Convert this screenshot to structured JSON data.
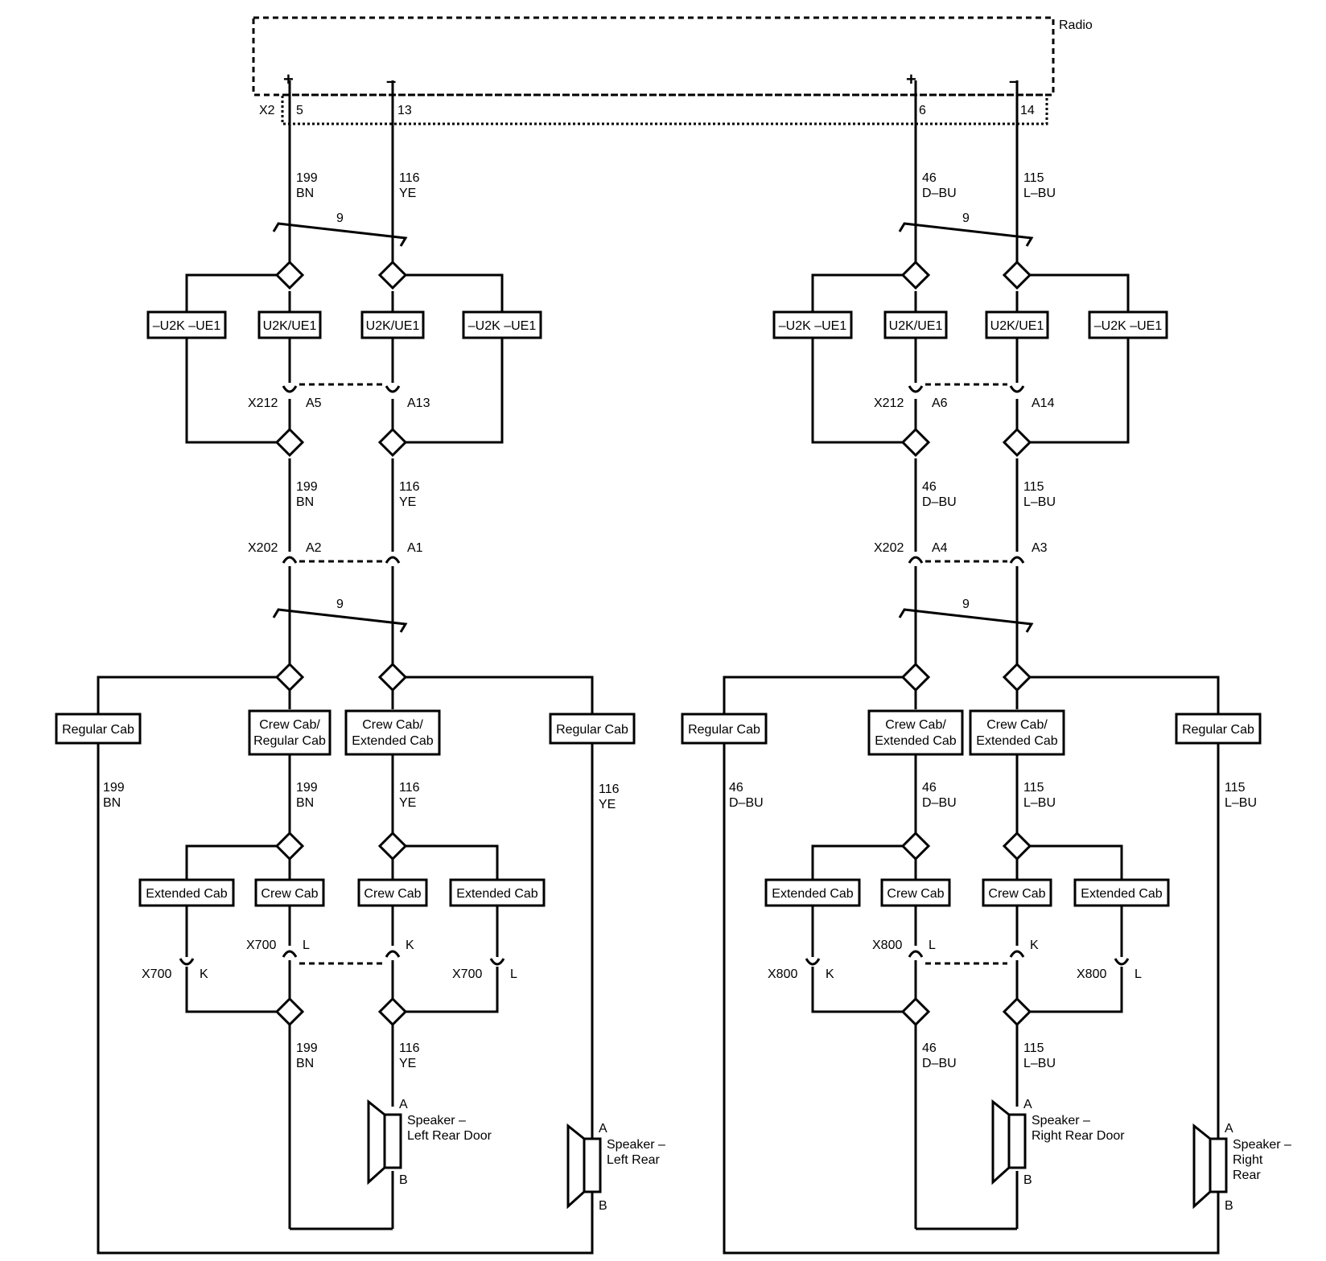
{
  "radio": {
    "label": "Radio",
    "connector": "X2",
    "plus": "+",
    "minus": "–",
    "pins": [
      "5",
      "13",
      "6",
      "14"
    ]
  },
  "twist_count": "9",
  "option_labels": {
    "without": "–U2K –UE1",
    "with": "U2K/UE1",
    "regular": "Regular Cab",
    "crew_regular": [
      "Crew Cab/",
      "Regular Cab"
    ],
    "crew_extended": [
      "Crew Cab/",
      "Extended Cab"
    ],
    "extended": "Extended Cab",
    "crew": "Crew Cab"
  },
  "circuits": {
    "lr_pos": [
      "199",
      "BN"
    ],
    "lr_neg": [
      "116",
      "YE"
    ],
    "rr_pos": [
      "46",
      "D–BU"
    ],
    "rr_neg": [
      "115",
      "L–BU"
    ]
  },
  "connectors": {
    "x212": "X212",
    "x202": "X202",
    "x700": "X700",
    "x800": "X800",
    "left_x212_pins": [
      "A5",
      "A13"
    ],
    "right_x212_pins": [
      "A6",
      "A14"
    ],
    "left_x202_pins": [
      "A2",
      "A1"
    ],
    "right_x202_pins": [
      "A4",
      "A3"
    ],
    "door_pins": [
      "K",
      "L"
    ]
  },
  "speakers": {
    "left_rear_door": [
      "Speaker –",
      "Left Rear Door"
    ],
    "left_rear": [
      "Speaker –",
      "Left Rear"
    ],
    "right_rear_door": [
      "Speaker –",
      "Right Rear Door"
    ],
    "right_rear": [
      "Speaker –",
      "Right",
      "Rear"
    ],
    "pin_a": "A",
    "pin_b": "B"
  }
}
